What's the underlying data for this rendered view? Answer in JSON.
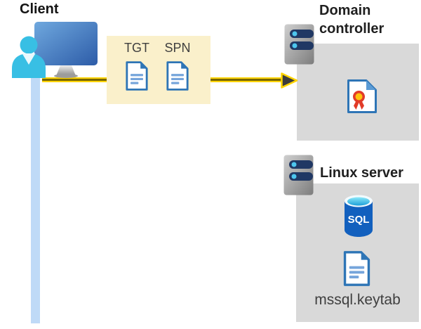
{
  "client": {
    "label": "Client"
  },
  "tickets": {
    "tgt_label": "TGT",
    "spn_label": "SPN"
  },
  "domain_controller": {
    "title": "Domain controller"
  },
  "linux_server": {
    "title": "Linux server",
    "sql_badge": "SQL",
    "keytab_label": "mssql.keytab"
  },
  "colors": {
    "ticket_highlight": "#FAF0CB",
    "server_panel": "#D9D9D9",
    "arrow_gold": "#FFD400",
    "arrow_core": "#7A6800",
    "connection_bar": "#BFDAF7",
    "document_blue": "#2E75B6",
    "person_cyan": "#38BFE4",
    "sql_body_blue": "#1260BE",
    "server_slot_navy": "#203864",
    "title_text": "#1F1F1F",
    "label_text": "#3F3F3F"
  }
}
